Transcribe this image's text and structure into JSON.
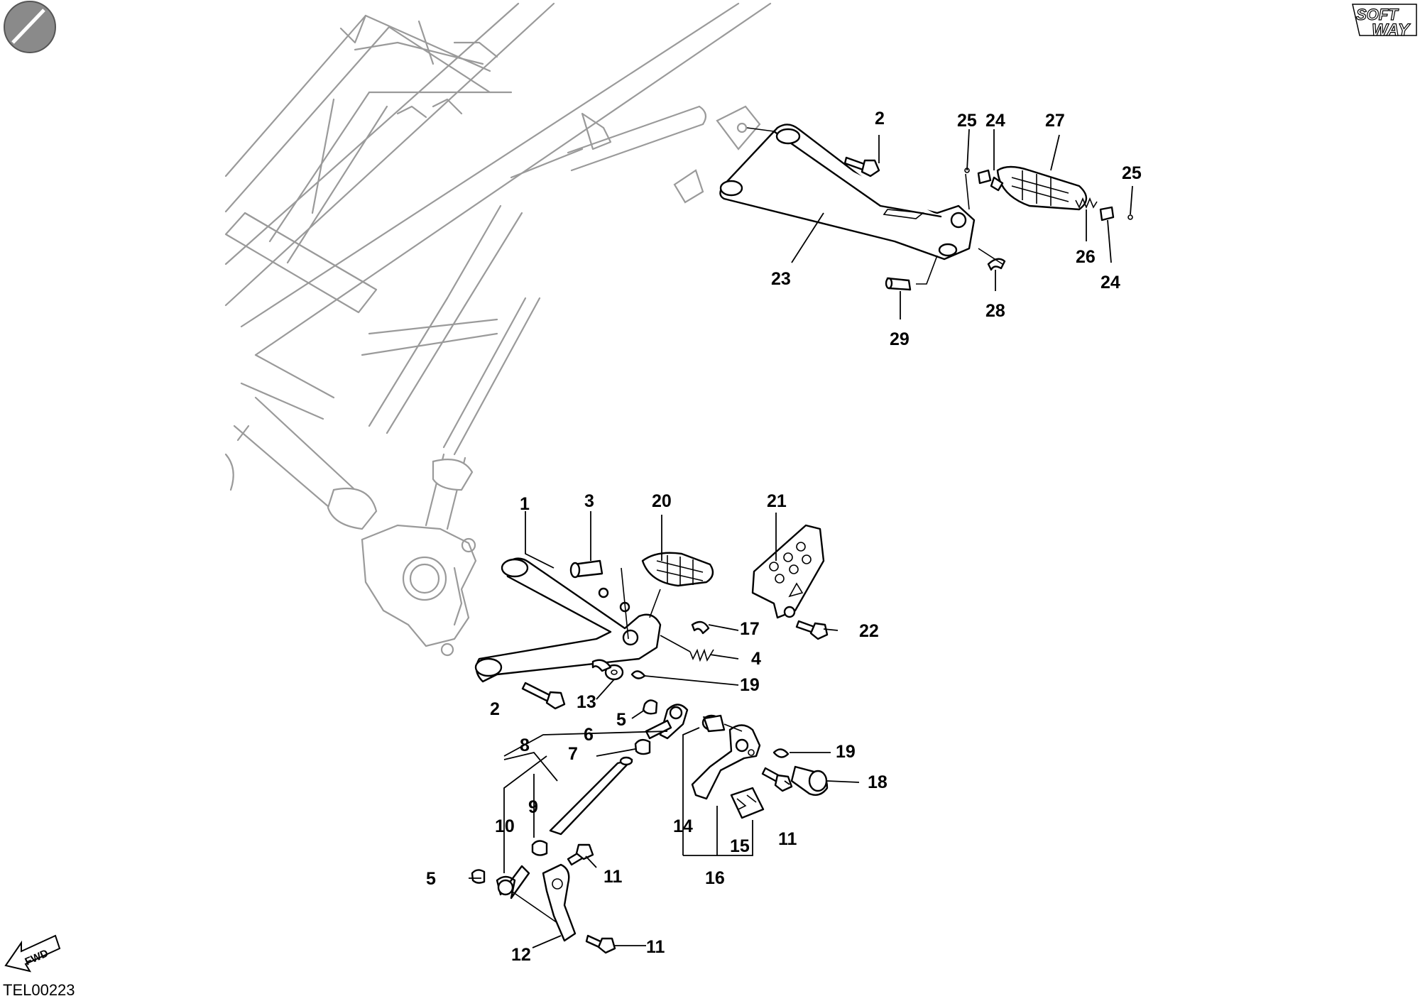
{
  "labels": {
    "l1": "1",
    "l2a": "2",
    "l2b": "2",
    "l3": "3",
    "l4": "4",
    "l5a": "5",
    "l5b": "5",
    "l6": "6",
    "l7": "7",
    "l8": "8",
    "l9": "9",
    "l10": "10",
    "l11a": "11",
    "l11b": "11",
    "l11c": "11",
    "l12": "12",
    "l13": "13",
    "l14": "14",
    "l15": "15",
    "l16": "16",
    "l17": "17",
    "l18": "18",
    "l19a": "19",
    "l19b": "19",
    "l20": "20",
    "l21": "21",
    "l22": "22",
    "l23": "23",
    "l24a": "24",
    "l24b": "24",
    "l25a": "25",
    "l25b": "25",
    "l26": "26",
    "l27": "27",
    "l28": "28",
    "l29": "29"
  },
  "drawing_code": "TEL00223",
  "fwd_label": "FWD",
  "logo": {
    "top": "SOFT",
    "bottom": "WAY"
  },
  "colors": {
    "frame": "#9a9a9a",
    "parts": "#000000",
    "logo_disc": "#8a8a8a"
  }
}
